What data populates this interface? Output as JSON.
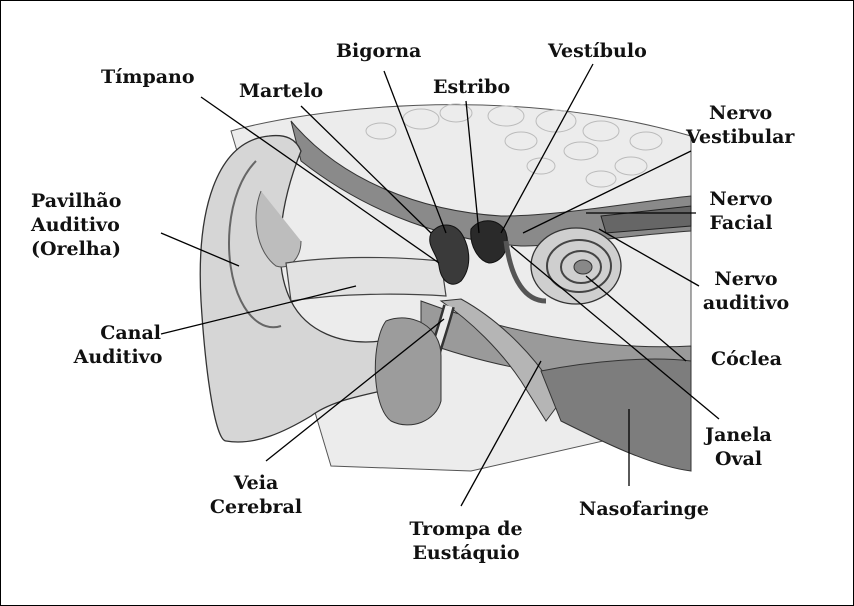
{
  "labels": {
    "timpano": [
      "Tímpano"
    ],
    "martelo": [
      "Martelo"
    ],
    "bigorna": [
      "Bigorna"
    ],
    "estribo": [
      "Estribo"
    ],
    "vestibulo": [
      "Vestíbulo"
    ],
    "nervo_vestibular": [
      "Nervo",
      "Vestibular"
    ],
    "nervo_facial": [
      "Nervo",
      "Facial"
    ],
    "pavilhao": [
      "Pavilhão",
      "Auditivo",
      "(Orelha)"
    ],
    "nervo_auditivo": [
      "Nervo",
      "auditivo"
    ],
    "canal": [
      "Canal",
      "Auditivo"
    ],
    "coclea": [
      "Cóclea"
    ],
    "janela_oval": [
      "Janela",
      "Oval"
    ],
    "veia": [
      "Veia",
      "Cerebral"
    ],
    "trompa": [
      "Trompa de",
      "Eustáquio"
    ],
    "nasofaringe": [
      "Nasofaringe"
    ]
  }
}
